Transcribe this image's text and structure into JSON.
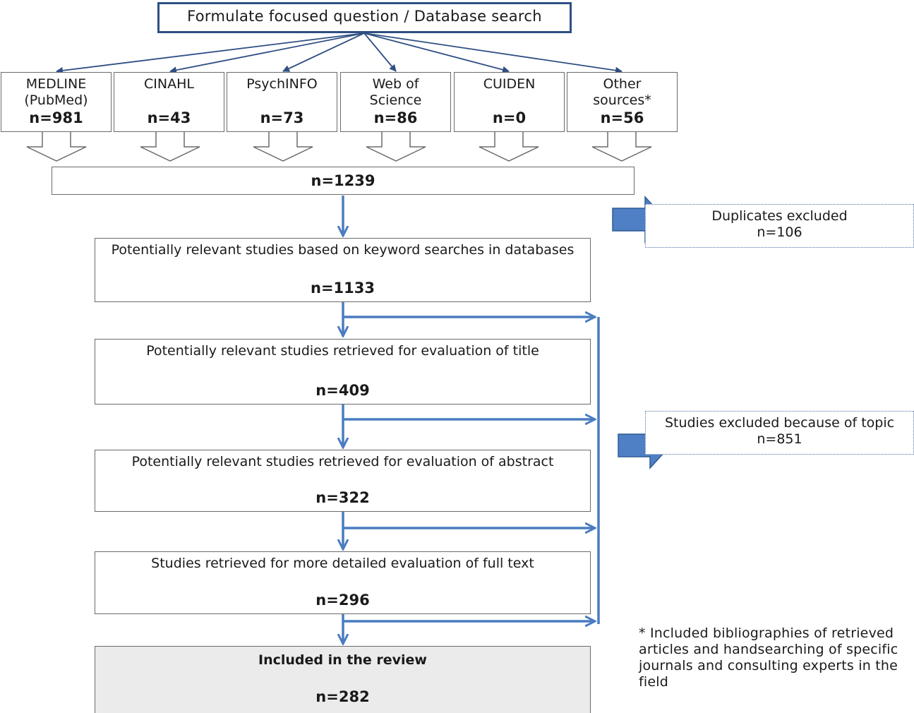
{
  "top": {
    "label": "Formulate focused question / Database search"
  },
  "databases": [
    {
      "name": "MEDLINE\n(PubMed)",
      "n": "n=981"
    },
    {
      "name": "CINAHL",
      "n": "n=43"
    },
    {
      "name": "PsychINFO",
      "n": "n=73"
    },
    {
      "name": "Web of\nScience",
      "n": "n=86"
    },
    {
      "name": "CUIDEN",
      "n": "n=0"
    },
    {
      "name": "Other\nsources*",
      "n": "n=56"
    }
  ],
  "total": {
    "n": "n=1239"
  },
  "duplicates": {
    "label": "Duplicates excluded",
    "n": "n=106"
  },
  "steps": [
    {
      "label": "Potentially relevant studies based on keyword searches in databases",
      "n": "n=1133"
    },
    {
      "label": "Potentially relevant studies retrieved for evaluation of title",
      "n": "n=409"
    },
    {
      "label": "Potentially relevant studies retrieved for evaluation of abstract",
      "n": "n=322"
    },
    {
      "label": "Studies retrieved for more detailed evaluation of full text",
      "n": "n=296"
    }
  ],
  "final": {
    "label": "Included in the review",
    "n": "n=282"
  },
  "excluded_topic": {
    "label": "Studies excluded because of topic",
    "n": "n=851"
  },
  "footnote": "* Included bibliographies of retrieved articles and handsearching of specific journals and consulting experts in the field",
  "colors": {
    "navy": "#2f4f83",
    "blue": "#4a7cc0",
    "arrow_fill": "#4f7fc4",
    "gray_border": "#6b6b6b",
    "final_fill": "#ebebeb"
  }
}
